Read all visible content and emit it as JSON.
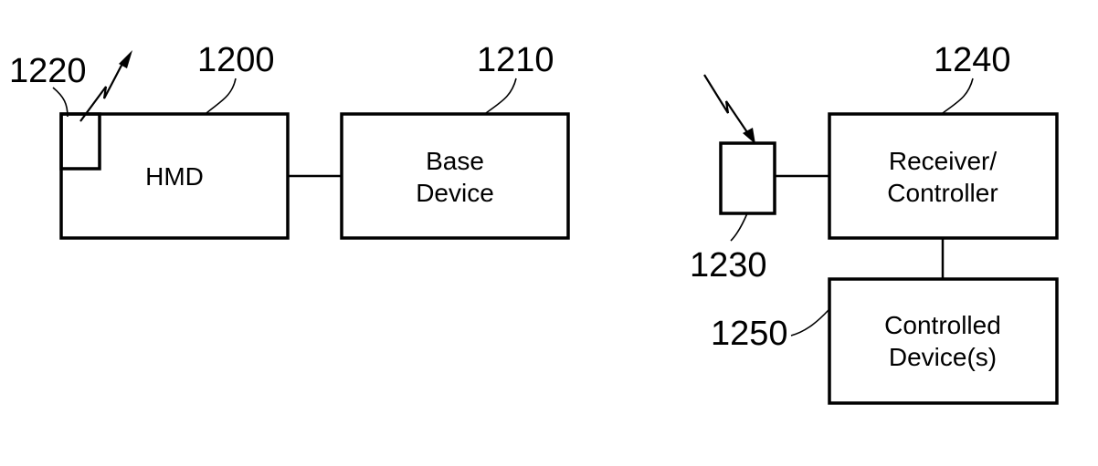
{
  "refs": {
    "r1200": "1200",
    "r1210": "1210",
    "r1220": "1220",
    "r1230": "1230",
    "r1240": "1240",
    "r1250": "1250"
  },
  "labels": {
    "hmd": "HMD",
    "base_line1": "Base",
    "base_line2": "Device",
    "receiver_line1": "Receiver/",
    "receiver_line2": "Controller",
    "controlled_line1": "Controlled",
    "controlled_line2": "Device(s)"
  }
}
